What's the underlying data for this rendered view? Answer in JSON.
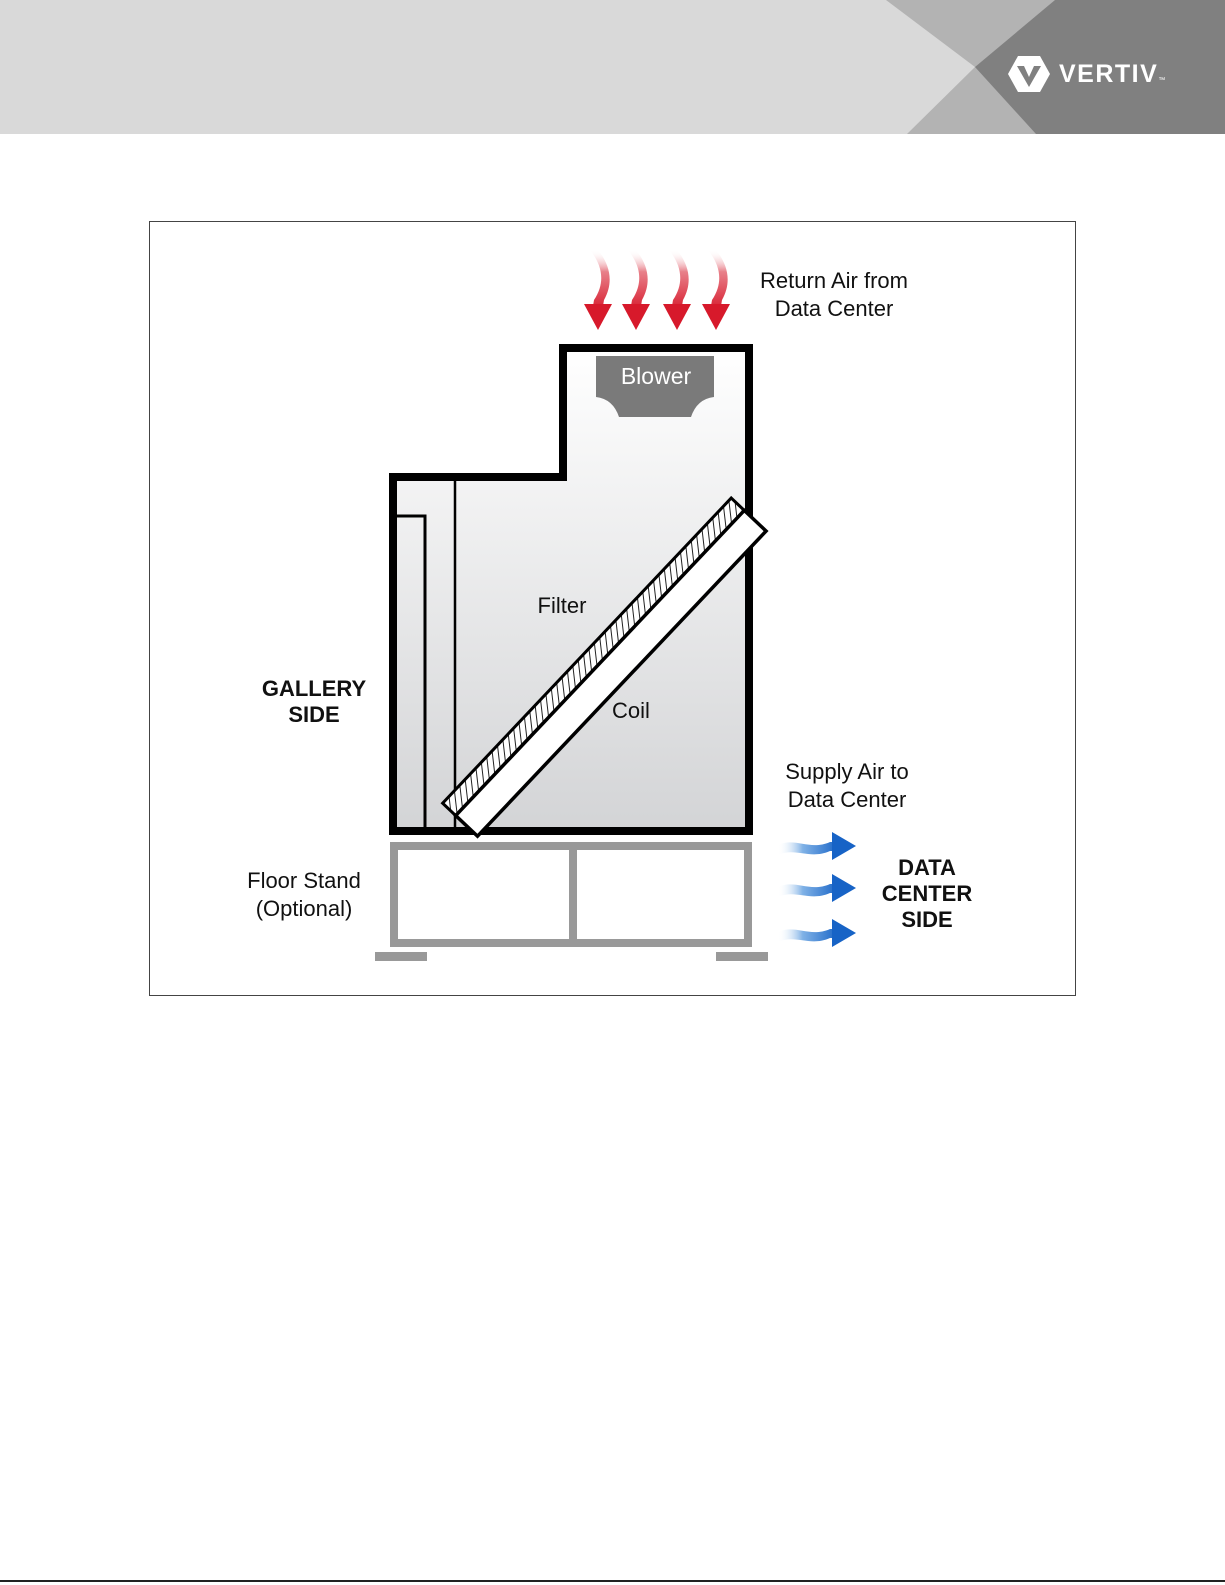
{
  "header": {
    "brand": "VERTIV",
    "trademark": "™",
    "colors": {
      "light": "#d9d9d9",
      "mid": "#b3b3b3",
      "dark": "#808080"
    }
  },
  "diagram": {
    "labels": {
      "return_air": "Return Air from\nData Center",
      "blower": "Blower",
      "filter": "Filter",
      "coil": "Coil",
      "gallery_side": "GALLERY\nSIDE",
      "supply_air": "Supply Air to\nData Center",
      "floor_stand": "Floor Stand\n(Optional)",
      "data_center_side": "DATA\nCENTER\nSIDE"
    },
    "colors": {
      "return_air_arrows": "#d7192b",
      "supply_air_arrows": "#1763c6",
      "blower": "#7a7a7a",
      "floor_stand": "#999999",
      "unit_outline": "#000000"
    },
    "icons": {
      "return_air": "down-arrow-wave-icon",
      "supply_air": "right-arrow-wave-icon"
    }
  }
}
